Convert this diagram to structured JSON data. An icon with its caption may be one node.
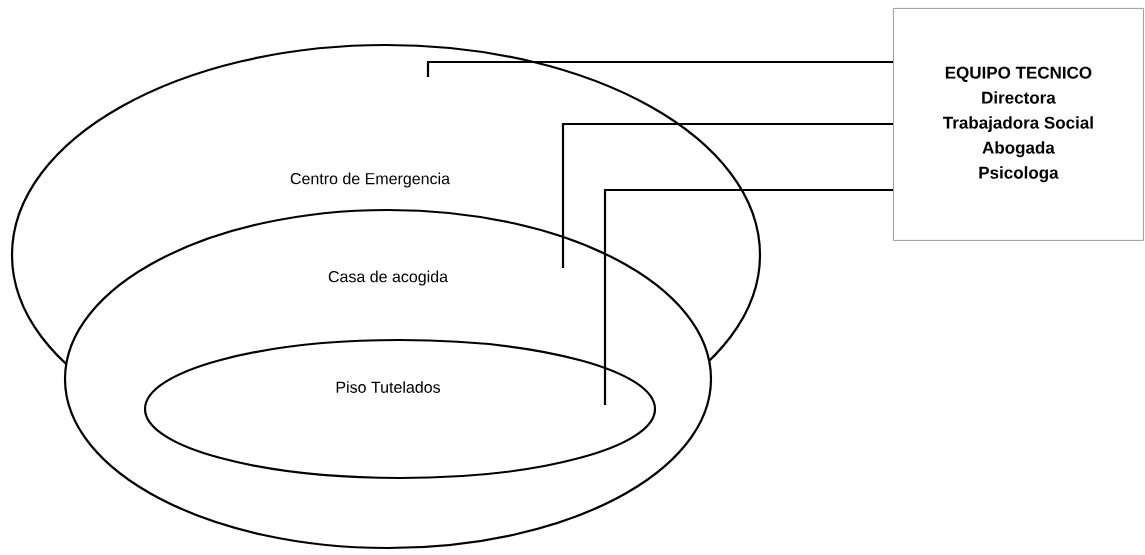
{
  "diagram": {
    "nodes": [
      {
        "text": [
          "Centro de Emergencia"
        ]
      },
      {
        "text": [
          "Casa de acogida"
        ]
      },
      {
        "text": [
          "Piso Tutelados"
        ],
        "in": 1
      },
      {
        "text": [
          "EQUIPO TECNICO",
          "Directora",
          "Trabajadora Social",
          "Abogada",
          "Psicologa"
        ]
      }
    ],
    "edges": [
      {
        "from": 3,
        "to": 0,
        "arrow": "none"
      },
      {
        "from": 3,
        "to": 1,
        "arrow": "none"
      },
      {
        "from": 3,
        "to": 2,
        "arrow": "none"
      }
    ]
  }
}
